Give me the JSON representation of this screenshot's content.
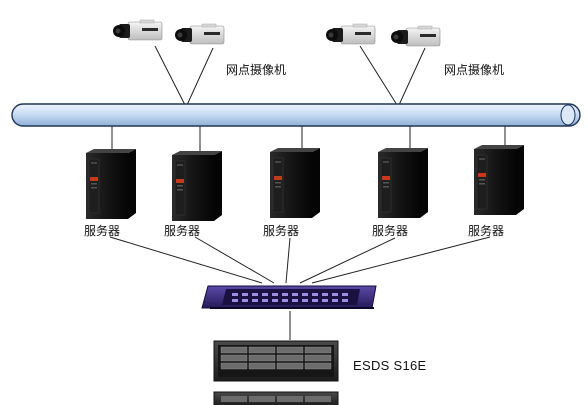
{
  "diagram": {
    "camera_group_label": "网点摄像机",
    "server_label": "服务器",
    "storage_label": "ESDS S16E",
    "camera_groups": [
      {
        "label": "网点摄像机",
        "cameras": 2
      },
      {
        "label": "网点摄像机",
        "cameras": 2
      }
    ],
    "servers": [
      {
        "label": "服务器"
      },
      {
        "label": "服务器"
      },
      {
        "label": "服务器"
      },
      {
        "label": "服务器"
      },
      {
        "label": "服务器"
      }
    ]
  },
  "colors": {
    "bus_fill": "#c9dcf3",
    "bus_stroke": "#1f3556",
    "server_body": "#121212",
    "server_accent": "#c43a1a",
    "switch_body": "#3a2a7a",
    "storage_body": "#2a2a2a"
  }
}
